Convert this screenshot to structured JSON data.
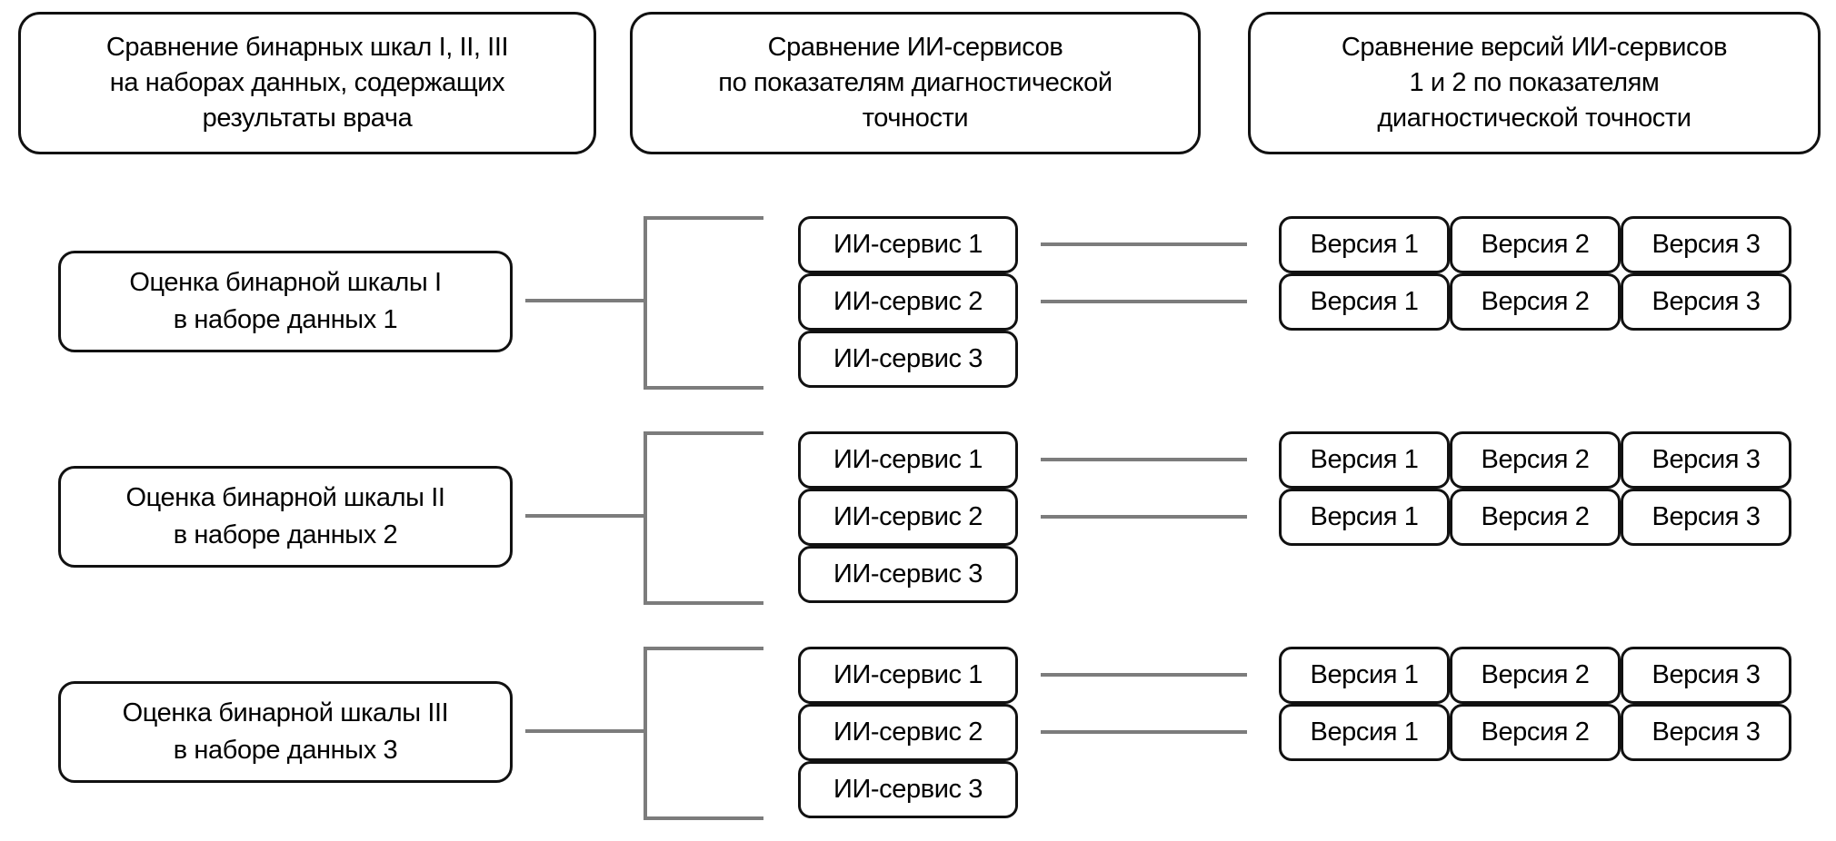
{
  "headers": {
    "left": "Сравнение бинарных шкал I, II, III\nна наборах данных, содержащих\nрезультаты врача",
    "middle": "Сравнение ИИ-сервисов\nпо показателям диагностической\nточности",
    "right": "Сравнение версий ИИ-сервисов\n1 и 2 по показателям\nдиагностической точности"
  },
  "groups": [
    {
      "left_label": "Оценка бинарной шкалы I\nв наборе данных 1",
      "services": [
        "ИИ-сервис 1",
        "ИИ-сервис 2",
        "ИИ-сервис 3"
      ],
      "version_rows": [
        [
          "Версия 1",
          "Версия 2",
          "Версия 3"
        ],
        [
          "Версия 1",
          "Версия 2",
          "Версия 3"
        ]
      ]
    },
    {
      "left_label": "Оценка бинарной шкалы II\nв наборе данных 2",
      "services": [
        "ИИ-сервис 1",
        "ИИ-сервис 2",
        "ИИ-сервис 3"
      ],
      "version_rows": [
        [
          "Версия 1",
          "Версия 2",
          "Версия 3"
        ],
        [
          "Версия 1",
          "Версия 2",
          "Версия 3"
        ]
      ]
    },
    {
      "left_label": "Оценка бинарной шкалы III\nв наборе данных 3",
      "services": [
        "ИИ-сервис 1",
        "ИИ-сервис 2",
        "ИИ-сервис 3"
      ],
      "version_rows": [
        [
          "Версия 1",
          "Версия 2",
          "Версия 3"
        ],
        [
          "Версия 1",
          "Версия 2",
          "Версия 3"
        ]
      ]
    }
  ],
  "colors": {
    "box_border": "#111111",
    "connector": "#7c7c7c",
    "background": "#ffffff",
    "text": "#000000"
  }
}
